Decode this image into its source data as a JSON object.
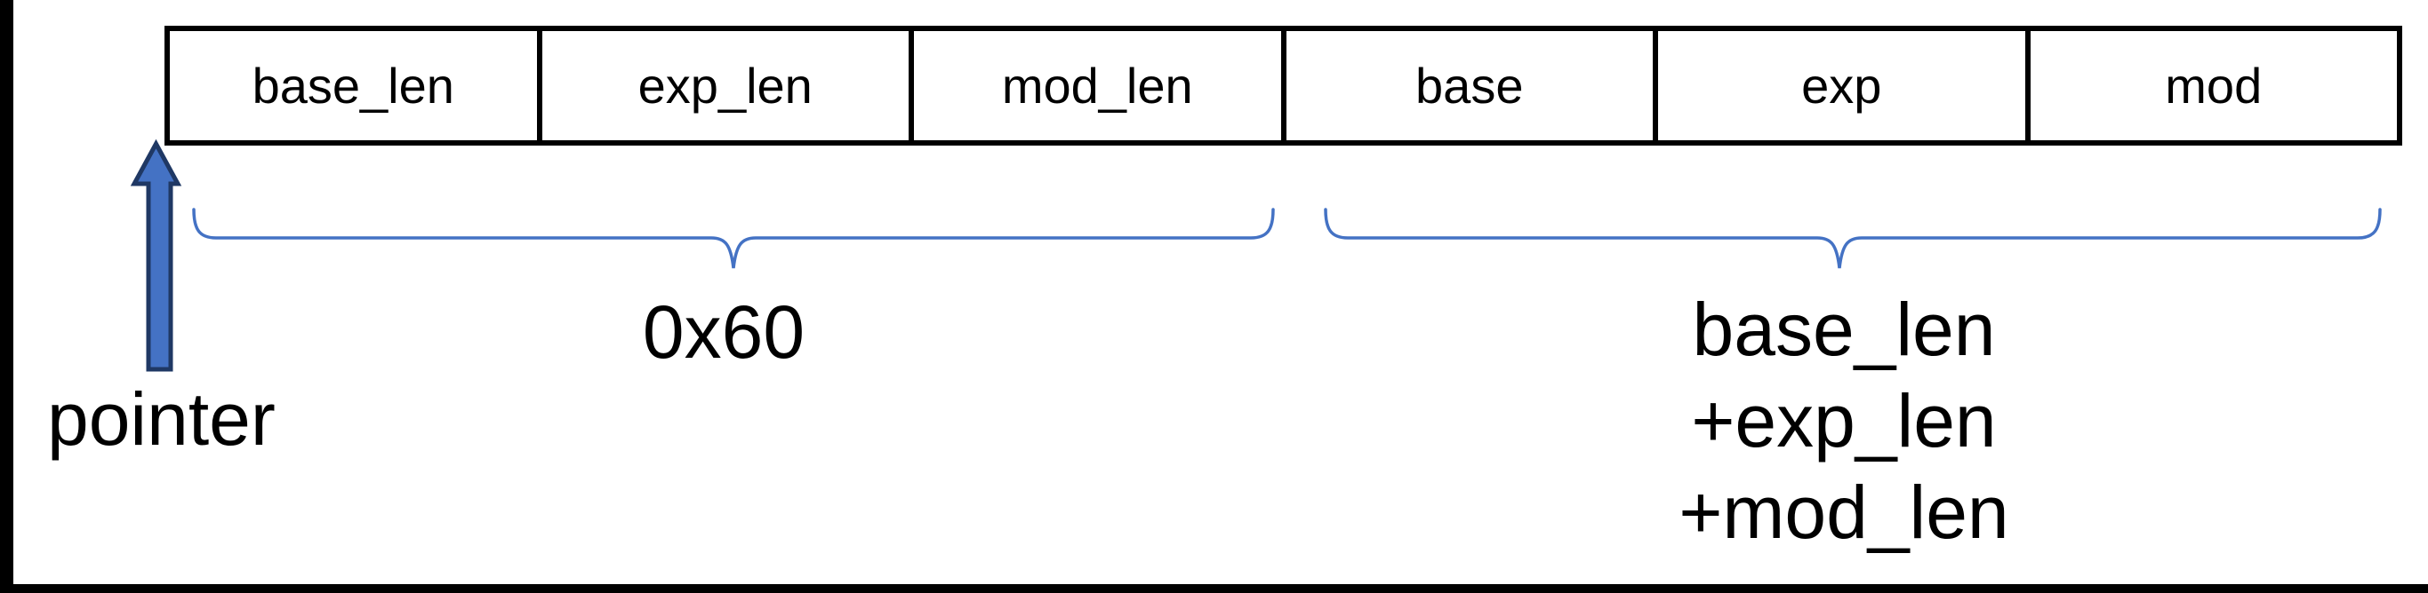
{
  "table": {
    "cells": [
      "base_len",
      "exp_len",
      "mod_len",
      "base",
      "exp",
      "mod"
    ]
  },
  "annotations": {
    "pointer_label": "pointer",
    "header_region_size": "0x60",
    "data_region_size_lines": [
      "base_len",
      "+exp_len",
      "+mod_len"
    ]
  },
  "colors": {
    "accent_blue": "#4472C4",
    "arrow_fill": "#4472C4",
    "arrow_border": "#1F3864",
    "line_black": "#000000"
  }
}
